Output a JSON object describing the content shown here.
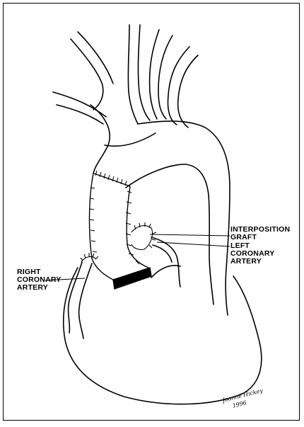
{
  "labels": {
    "interposition": "INTERPOSITION",
    "graft": "GRAFT",
    "left": "LEFT",
    "left_coronary": "CORONARY",
    "left_artery": "ARTERY",
    "right": "RIGHT",
    "right_coronary": "CORONARY",
    "right_artery": "ARTERY"
  },
  "signature": {
    "name": "Joanne Hickey",
    "year": "1996"
  },
  "colors": {
    "ink": "#000000",
    "paper": "#ffffff"
  }
}
